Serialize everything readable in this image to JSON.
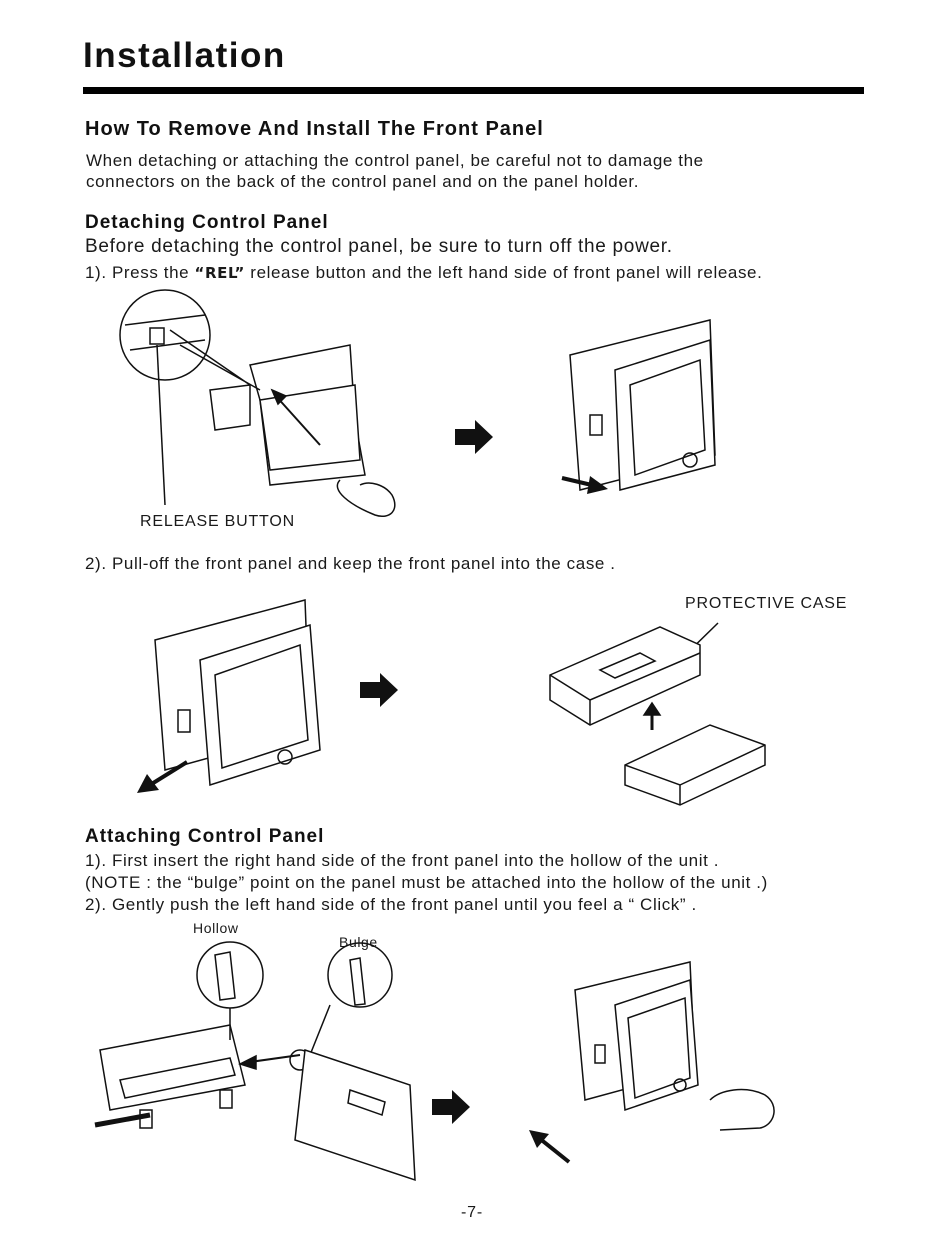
{
  "page": {
    "title": "Installation",
    "page_number": "-7-"
  },
  "section_remove": {
    "heading": "How To Remove And Install The Front Panel",
    "intro_line1": "When detaching or attaching the control panel, be careful not to damage the",
    "intro_line2": "connectors on the back of the control panel and on the panel holder."
  },
  "detaching": {
    "heading": "Detaching Control Panel",
    "warning": "Before detaching the control panel, be sure to turn off the power.",
    "step1_prefix": "1). Press the ",
    "step1_rel": "“REL”",
    "step1_suffix": " release button and the left hand side of front panel will release.",
    "release_button_label": "RELEASE BUTTON",
    "step2": "2). Pull-off the front panel  and keep the front panel into the case .",
    "protective_case_label": "PROTECTIVE CASE"
  },
  "attaching": {
    "heading": "Attaching Control Panel",
    "step1": "1). First insert the right hand side of the front panel into the hollow of the unit .",
    "note": "(NOTE : the “bulge” point on the panel must be attached into the hollow of the unit .)",
    "step2": "2). Gently push the left hand side of the front panel until you feel a  “ Click” .",
    "hollow_label": "Hollow",
    "bulge_label": "Bulge"
  }
}
